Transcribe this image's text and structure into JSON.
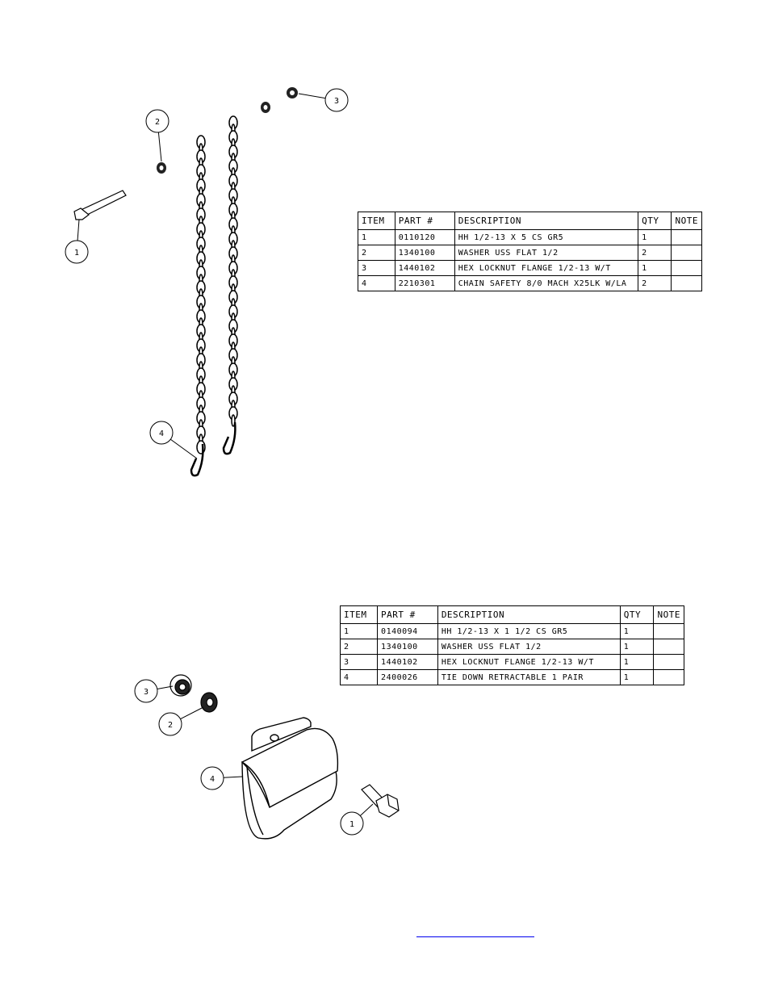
{
  "bom_top": {
    "headers": [
      "ITEM",
      "PART #",
      "DESCRIPTION",
      "QTY",
      "NOTE"
    ],
    "rows": [
      [
        "1",
        "0110120",
        "HH 1/2-13 X 5 CS GR5",
        "1",
        ""
      ],
      [
        "2",
        "1340100",
        "WASHER USS FLAT 1/2",
        "2",
        ""
      ],
      [
        "3",
        "1440102",
        "HEX LOCKNUT FLANGE 1/2-13 W/T",
        "1",
        ""
      ],
      [
        "4",
        "2210301",
        "CHAIN SAFETY 8/0 MACH X25LK W/LA",
        "2",
        ""
      ]
    ]
  },
  "bom_bottom": {
    "headers": [
      "ITEM",
      "PART #",
      "DESCRIPTION",
      "QTY",
      "NOTE"
    ],
    "rows": [
      [
        "1",
        "0140094",
        "HH 1/2-13 X 1 1/2 CS GR5",
        "1",
        ""
      ],
      [
        "2",
        "1340100",
        "WASHER USS FLAT 1/2",
        "1",
        ""
      ],
      [
        "3",
        "1440102",
        "HEX LOCKNUT FLANGE 1/2-13 W/T",
        "1",
        ""
      ],
      [
        "4",
        "2400026",
        "TIE DOWN RETRACTABLE 1 PAIR",
        "1",
        ""
      ]
    ]
  },
  "callouts_top": [
    "1",
    "2",
    "3",
    "4"
  ],
  "callouts_bottom": [
    "1",
    "2",
    "3",
    "4"
  ],
  "footer_link": {
    "label": ""
  }
}
